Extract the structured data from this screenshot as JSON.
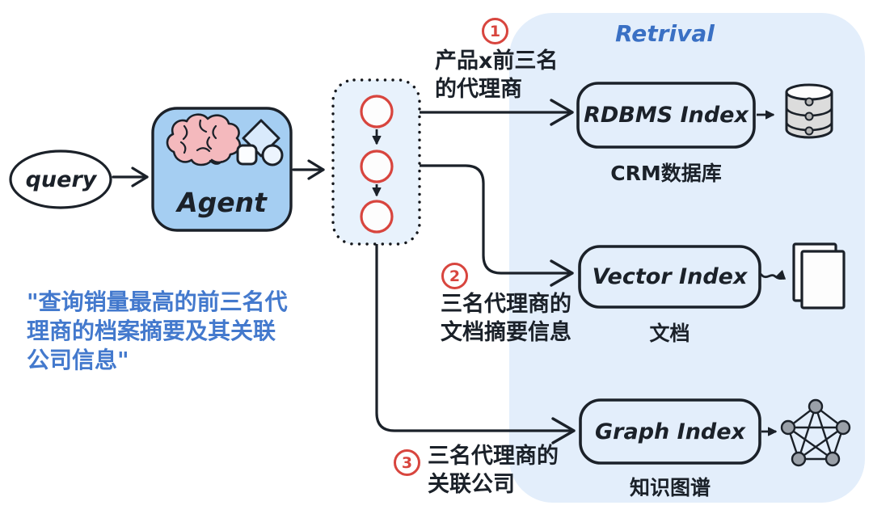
{
  "query_node": {
    "label": "query"
  },
  "agent_node": {
    "label": "Agent"
  },
  "retrieval_panel": {
    "title": "Retrival"
  },
  "user_query": {
    "text": "\"查询销量最高的前三名代\n理商的档案摘要及其关联\n公司信息\""
  },
  "steps": [
    {
      "number": "1",
      "label": "产品x前三名\n的代理商"
    },
    {
      "number": "2",
      "label": "三名代理商的\n文档摘要信息"
    },
    {
      "number": "3",
      "label": "三名代理商的\n关联公司"
    }
  ],
  "indexes": [
    {
      "name": "RDBMS Index",
      "caption": "CRM数据库",
      "icon": "database-icon"
    },
    {
      "name": "Vector Index",
      "caption": "文档",
      "icon": "documents-icon"
    },
    {
      "name": "Graph Index",
      "caption": "知识图谱",
      "icon": "knowledge-graph-icon"
    }
  ],
  "colors": {
    "panel_bg": "#e3eefb",
    "agent_box_bg": "#a5cef2",
    "plan_box_bg": "#e8f2fc",
    "stroke_dark": "#1b2129",
    "step_red": "#d8453e",
    "title_blue": "#3a70c4",
    "quote_blue": "#4379cd",
    "brain_pink": "#f4b9bd",
    "db_gray": "#dcdcdc",
    "graph_node_gray": "#9aa0a8"
  }
}
